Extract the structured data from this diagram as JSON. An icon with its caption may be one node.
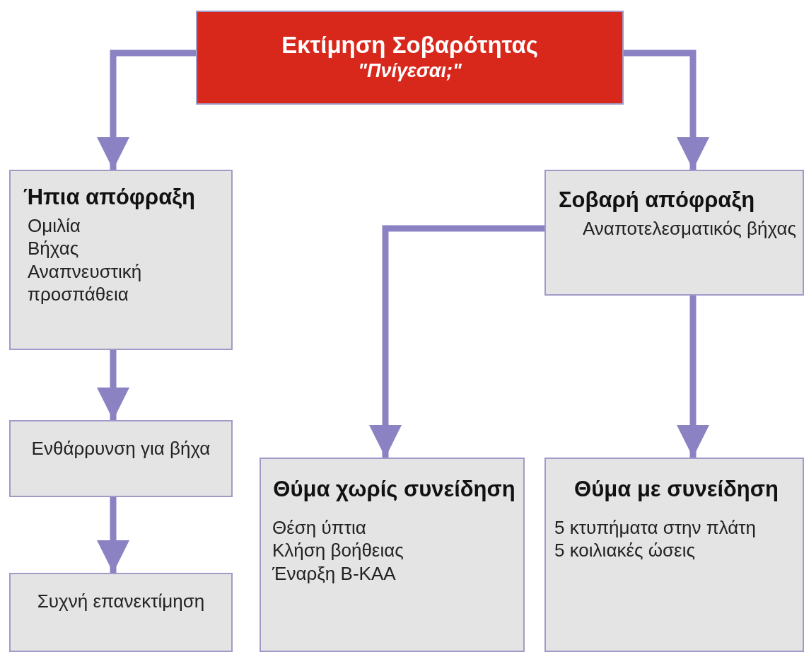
{
  "diagram": {
    "nodes": [
      {
        "text": [
          "Εκτίμηση Σοβαρότητας",
          "\"Πνίγεσαι;\""
        ]
      },
      {
        "text": [
          "Ήπια απόφραξη",
          "Ομιλία",
          "Βήχας",
          "Αναπνευστική προσπάθεια"
        ]
      },
      {
        "text": [
          "Ενθάρρυνση για βήχα"
        ]
      },
      {
        "text": [
          "Συχνή επανεκτίμηση"
        ]
      },
      {
        "text": [
          "Σοβαρή απόφραξη",
          "Αναποτελεσματικός βήχας"
        ]
      },
      {
        "text": [
          "Θύμα χωρίς συνείδηση",
          "Θέση ύπτια",
          "Κλήση βοήθειας",
          "Έναρξη Β-ΚΑΑ"
        ]
      },
      {
        "text": [
          "Θύμα με συνείδηση",
          "5 κτυπήματα στην πλάτη",
          "5 κοιλιακές ώσεις"
        ]
      }
    ],
    "edges": [
      {
        "from": 0,
        "to": 1,
        "arrow": "to"
      },
      {
        "from": 0,
        "to": 4,
        "arrow": "to"
      },
      {
        "from": 1,
        "to": 2,
        "arrow": "to"
      },
      {
        "from": 2,
        "to": 3,
        "arrow": "to"
      },
      {
        "from": 4,
        "to": 5,
        "arrow": "to"
      },
      {
        "from": 4,
        "to": 6,
        "arrow": "to"
      }
    ]
  }
}
